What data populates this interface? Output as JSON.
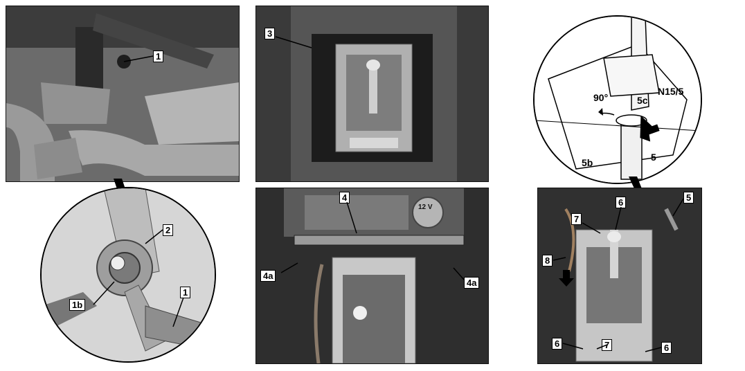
{
  "panel1": {
    "labels": {
      "a": "1"
    },
    "detail": {
      "labels": {
        "a": "2",
        "b": "1b",
        "c": "1"
      }
    }
  },
  "panel2": {
    "labels": {
      "a": "3"
    }
  },
  "panel3": {
    "labels": {
      "a": "4",
      "b": "4a",
      "c": "4a"
    },
    "socket_text": "12 V"
  },
  "panel4": {
    "labels": {
      "a": "5",
      "b": "6",
      "c": "7",
      "d": "8",
      "e": "6",
      "f": "7",
      "g": "6"
    },
    "detail": {
      "labels": {
        "a": "N15/5",
        "b": "90°",
        "c": "5c",
        "d": "5b",
        "e": "5"
      }
    }
  }
}
